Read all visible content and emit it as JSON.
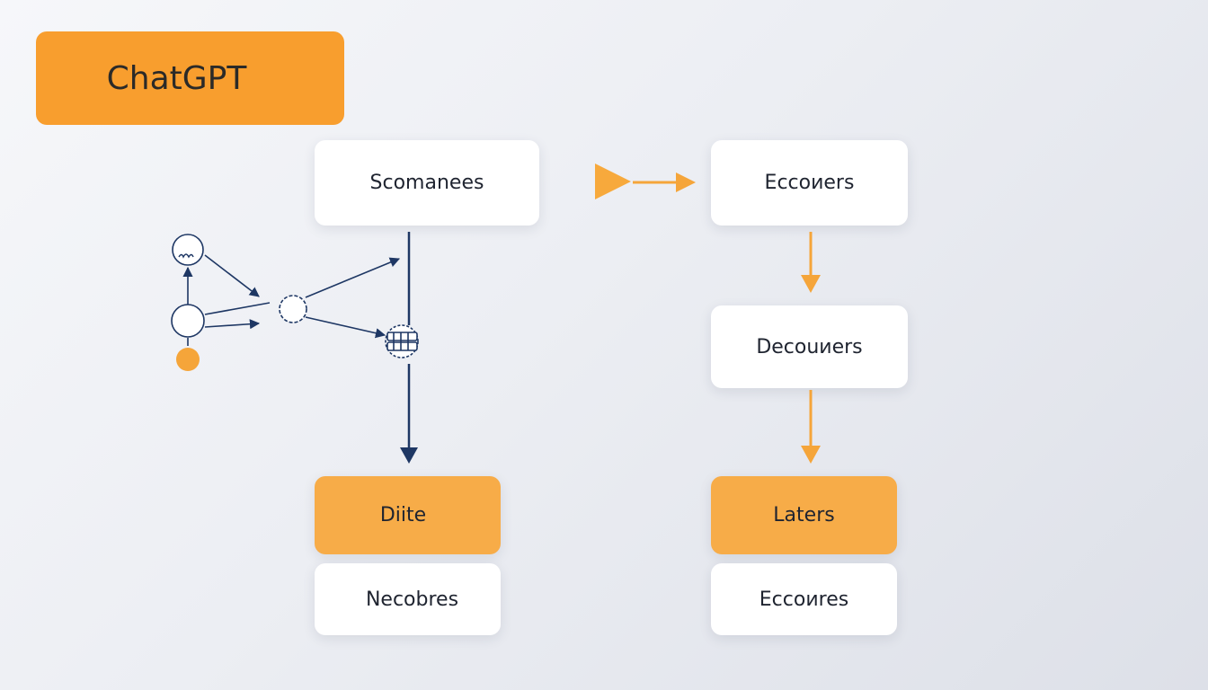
{
  "title": {
    "label": "ChatGPT"
  },
  "nodes": {
    "top_left": "Scomanees",
    "top_right": "Eccoиers",
    "mid_right": "Decouиers",
    "bottom_left_orange": "Diite",
    "bottom_left_white": "Necobres",
    "bottom_right_orange": "Laters",
    "bottom_right_white": "Eccoиres"
  },
  "colors": {
    "accent_orange": "#f89e2e",
    "light_orange": "#f7ac48",
    "navy": "#1e3764",
    "card_white": "#ffffff"
  }
}
